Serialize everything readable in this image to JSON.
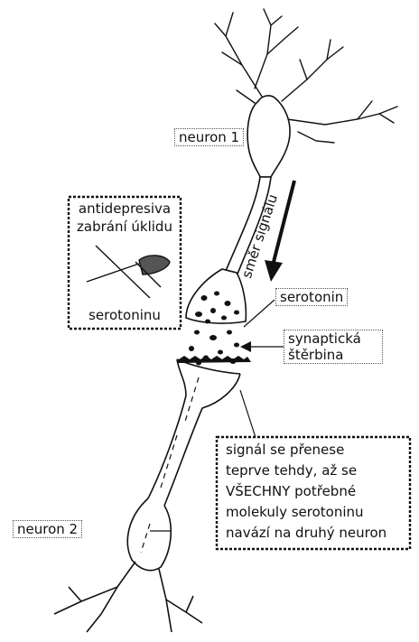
{
  "labels": {
    "neuron_1": "neuron 1",
    "neuron_2": "neuron 2",
    "serotonin": "serotonin",
    "synaptic_cleft_line1": "synaptická",
    "synaptic_cleft_line2": "štěrbina",
    "signal_direction": "směr signálu"
  },
  "antidepressant_box": {
    "line1": "antidepresiva",
    "line2": "zabrání úklidu",
    "line3": "serotoninu"
  },
  "signal_box": {
    "lines": [
      "signál se přenese",
      "teprve tehdy, až se",
      "VŠECHNY potřebné",
      "molekuly serotoninu",
      "navází na druhý neuron"
    ]
  }
}
